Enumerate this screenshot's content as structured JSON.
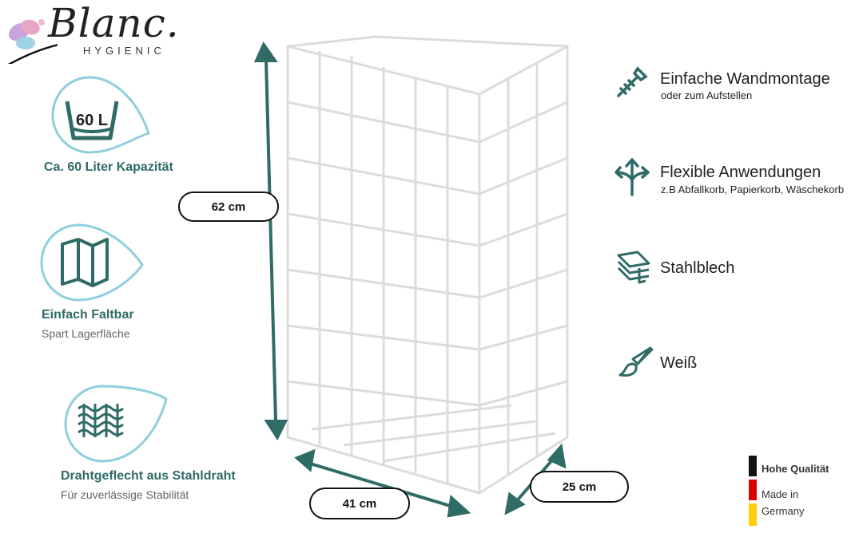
{
  "brand": {
    "name": "Blanc.",
    "sub": "HYGIENIC"
  },
  "left_features": [
    {
      "icon": "bucket-icon",
      "icon_text": "60 L",
      "title": "Ca. 60 Liter Kapazität",
      "sub": ""
    },
    {
      "icon": "folding-map-icon",
      "icon_text": "",
      "title": "Einfach Faltbar",
      "sub": "Spart Lagerfläche"
    },
    {
      "icon": "wire-mesh-icon",
      "icon_text": "",
      "title": "Drahtgeflecht aus Stahldraht",
      "sub": "Für zuverlässige Stabilität"
    }
  ],
  "dimensions": {
    "height": "62 cm",
    "width": "41 cm",
    "depth": "25 cm"
  },
  "right_features": [
    {
      "icon": "screw-icon",
      "title": "Einfache Wandmontage",
      "sub": "oder zum Aufstellen"
    },
    {
      "icon": "arrows-split-icon",
      "title": "Flexible Anwendungen",
      "sub": "z.B Abfallkorb, Papierkorb, Wäschekorb"
    },
    {
      "icon": "steel-sheet-icon",
      "title": "Stahlblech",
      "sub": ""
    },
    {
      "icon": "paintbrush-icon",
      "title": "Weiß",
      "sub": ""
    }
  ],
  "flag": {
    "line1": "Hohe Qualität",
    "line2": "Made in",
    "line3": "Germany"
  },
  "colors": {
    "accent": "#2f6b67",
    "drop_outline": "#8fcfdc",
    "flag_black": "#111111",
    "flag_red": "#dd0000",
    "flag_gold": "#ffce00"
  }
}
